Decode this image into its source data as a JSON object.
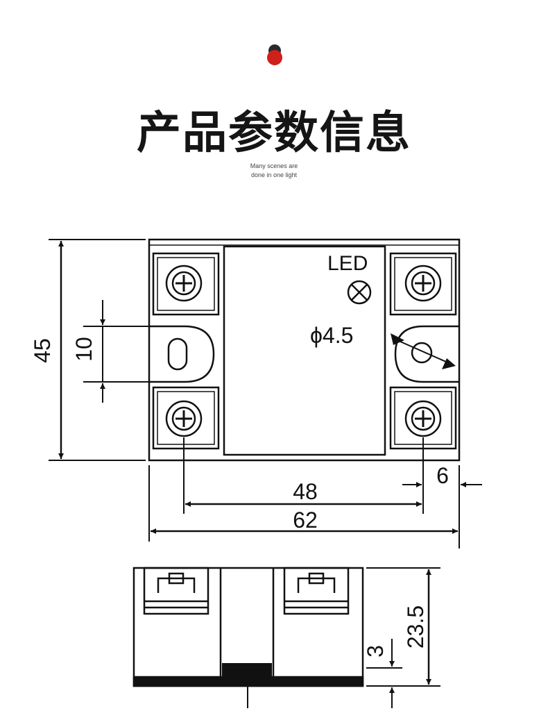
{
  "header": {
    "title": "产品参数信息",
    "subtitle_line1": "Many scenes are",
    "subtitle_line2": "done in one light",
    "dot_top_color": "#2a2a2a",
    "dot_bottom_color": "#d0201c"
  },
  "diagram": {
    "led_label": "LED",
    "hole_label": "ϕ4.5",
    "dim_height": "45",
    "dim_terminal_gap": "10",
    "dim_terminal_pitch": "48",
    "dim_width": "62",
    "dim_offset": "6",
    "dim_side_height": "23.5",
    "dim_base": "3"
  }
}
